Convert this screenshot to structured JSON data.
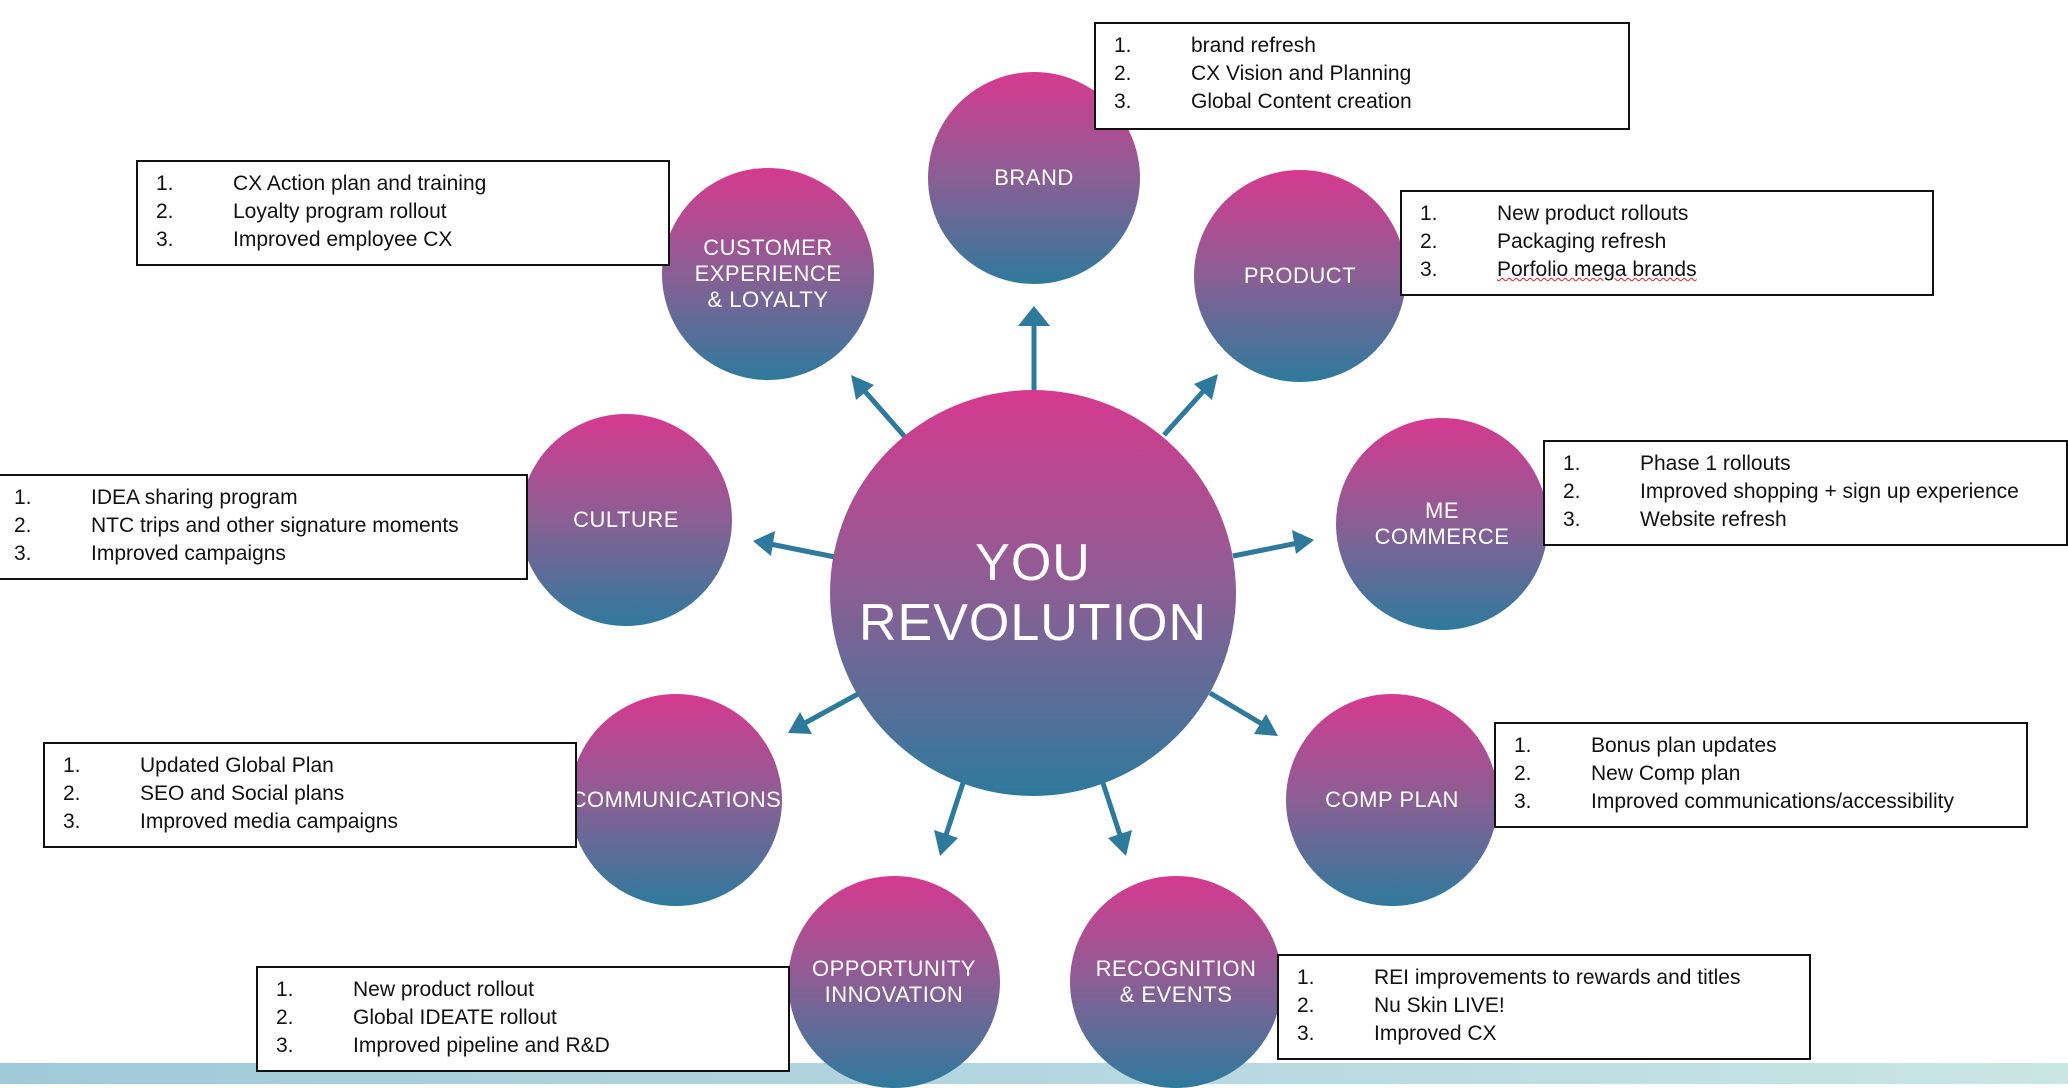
{
  "center": {
    "label": "YOU\nREVOLUTION"
  },
  "colors": {
    "gradient_top": "#d6398f",
    "gradient_mid": "#8a5f94",
    "gradient_bottom": "#2e7a9c",
    "arrow": "#2e7a9c"
  },
  "nodes": [
    {
      "id": "brand",
      "label": "BRAND",
      "items": [
        "brand refresh",
        "CX Vision and Planning",
        "Global Content creation"
      ]
    },
    {
      "id": "product",
      "label": "PRODUCT",
      "items": [
        "New product rollouts",
        "Packaging refresh",
        "Porfolio mega brands"
      ]
    },
    {
      "id": "me-commerce",
      "label": "ME\nCOMMERCE",
      "items": [
        "Phase 1 rollouts",
        "Improved shopping + sign up experience",
        "Website refresh"
      ]
    },
    {
      "id": "comp-plan",
      "label": "COMP PLAN",
      "items": [
        "Bonus plan updates",
        "New Comp plan",
        "Improved communications/accessibility"
      ]
    },
    {
      "id": "recognition-events",
      "label": "RECOGNITION\n& EVENTS",
      "items": [
        "REI improvements to rewards and titles",
        "Nu Skin LIVE!",
        "Improved CX"
      ]
    },
    {
      "id": "opportunity-innovation",
      "label": "OPPORTUNITY\nINNOVATION",
      "items": [
        "New product rollout",
        "Global IDEATE rollout",
        "Improved pipeline and R&D"
      ]
    },
    {
      "id": "communications",
      "label": "COMMUNICATIONS",
      "items": [
        "Updated Global Plan",
        "SEO and Social plans",
        "Improved media campaigns"
      ]
    },
    {
      "id": "culture",
      "label": "CULTURE",
      "items": [
        "IDEA sharing program",
        "NTC trips and other  signature moments",
        "Improved campaigns"
      ]
    },
    {
      "id": "customer-experience-loyalty",
      "label": "CUSTOMER\nEXPERIENCE\n& LOYALTY",
      "items": [
        "CX Action plan and training",
        "Loyalty program rollout",
        "Improved employee CX"
      ]
    }
  ],
  "numbers": [
    "1.",
    "2.",
    "3."
  ]
}
